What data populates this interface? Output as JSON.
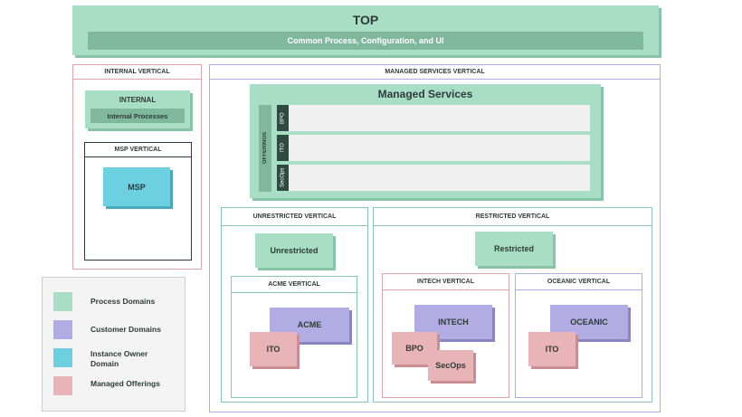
{
  "colors": {
    "process": "#a9dec6",
    "customer": "#b1ace3",
    "instance_owner": "#6dd0e1",
    "offerings": "#e8b4b8",
    "internal_border": "#e0a7aa",
    "managed_border": "#b1ace3",
    "restricted_border": "#8fc1c9",
    "unrestricted_border": "#88c9ad"
  },
  "top": {
    "title": "TOP",
    "subtitle": "Common Process, Configuration, and UI"
  },
  "internal_vertical": {
    "title": "INTERNAL VERTICAL",
    "box_title": "INTERNAL",
    "box_subtitle": "Internal Processes",
    "msp_vertical": {
      "title": "MSP VERTICAL",
      "box": "MSP"
    }
  },
  "managed_services_vertical": {
    "title": "MANAGED SERVICES VERTICAL",
    "managed_services": {
      "title": "Managed Services",
      "offerings_label": "OFFERINGS",
      "lanes": [
        "BPO",
        "ITO",
        "SecOps"
      ]
    },
    "unrestricted_vertical": {
      "title": "UNRESTRICTED VERTICAL",
      "box": "Unrestricted",
      "acme_vertical": {
        "title": "ACME VERTICAL",
        "customer": "ACME",
        "offering": "ITO"
      }
    },
    "restricted_vertical": {
      "title": "RESTRICTED VERTICAL",
      "box": "Restricted",
      "intech_vertical": {
        "title": "INTECH VERTICAL",
        "customer": "INTECH",
        "offerings": [
          "BPO",
          "SecOps"
        ]
      },
      "oceanic_vertical": {
        "title": "OCEANIC VERTICAL",
        "customer": "OCEANIC",
        "offering": "ITO"
      }
    }
  },
  "legend": [
    {
      "label": "Process Domains",
      "color": "#a9dec6"
    },
    {
      "label": "Customer Domains",
      "color": "#b1ace3"
    },
    {
      "label": "Instance Owner Domain",
      "color": "#6dd0e1"
    },
    {
      "label": "Managed Offerings",
      "color": "#e8b4b8"
    }
  ]
}
